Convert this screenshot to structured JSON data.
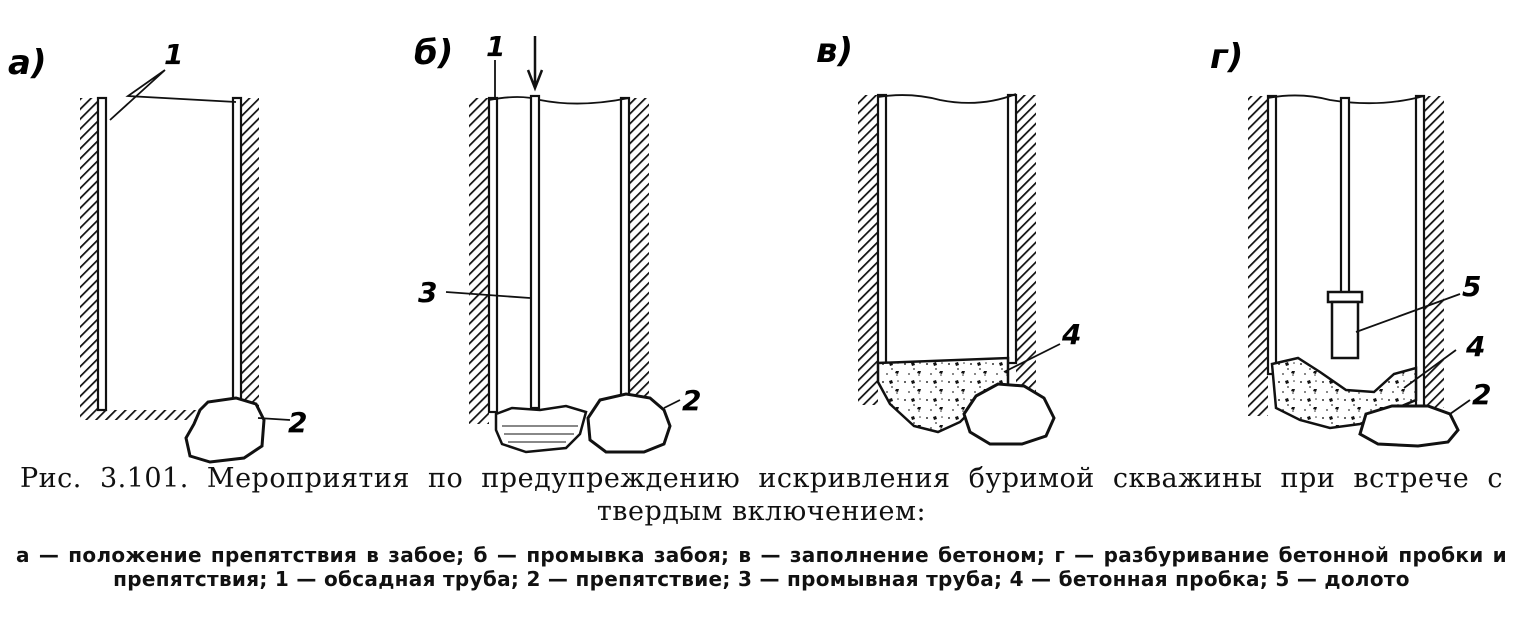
{
  "panels": [
    {
      "label": "а)"
    },
    {
      "label": "б)"
    },
    {
      "label": "в)"
    },
    {
      "label": "г)"
    }
  ],
  "callouts": {
    "a_1": "1",
    "a_2": "2",
    "b_1": "1",
    "b_3": "3",
    "b_2": "2",
    "v_4": "4",
    "g_5": "5",
    "g_4": "4",
    "g_2": "2"
  },
  "caption": {
    "title": "Рис. 3.101. Мероприятия по предупреждению искривления буримой скважины при встрече с твердым включением:",
    "legend": "а — положение препятствия в забое; б — промывка забоя; в — заполнение бетоном; г — разбуривание бетонной пробки и препятствия; 1 — обсадная труба; 2 — препятствие; 3 — промывная труба; 4 — бетонная пробка; 5 — долото"
  }
}
